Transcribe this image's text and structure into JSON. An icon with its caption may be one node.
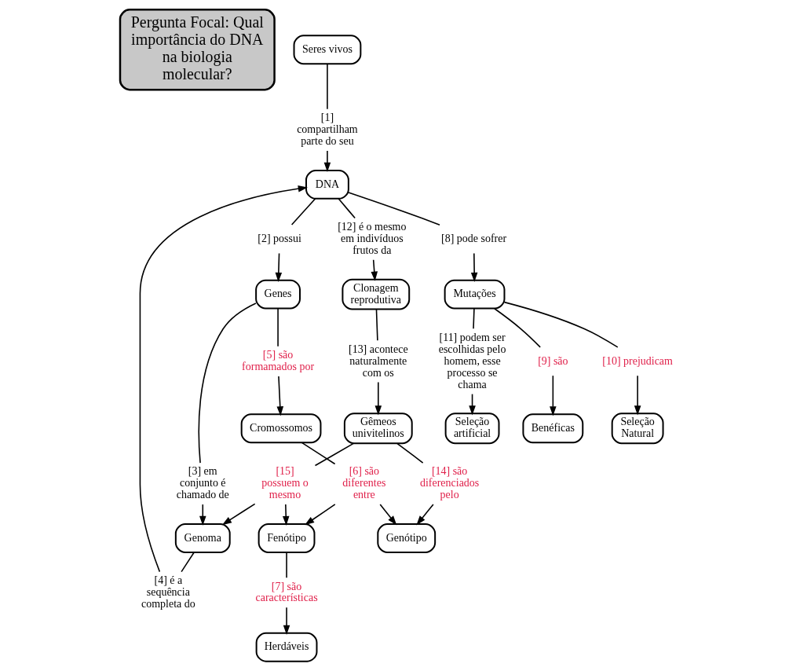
{
  "diagram": {
    "nodes": [
      {
        "text": [
          "Pergunta Focal: Qual importância do DNA na biologia molecular?"
        ]
      },
      {
        "text": [
          "Seres vivos"
        ]
      },
      {
        "text": [
          "[1] compartilham parte do seu"
        ]
      },
      {
        "text": [
          "DNA"
        ]
      },
      {
        "text": [
          "[4] é a sequência completa do"
        ]
      },
      {
        "text": [
          "[2] possui"
        ]
      },
      {
        "text": [
          "[8] pode sofrer"
        ]
      },
      {
        "text": [
          "[12] é o mesmo em indivíduos frutos da"
        ]
      },
      {
        "text": [
          "Genes"
        ]
      },
      {
        "text": [
          "[3] em conjunto é chamado de"
        ]
      },
      {
        "text": [
          "Mutações"
        ]
      },
      {
        "text": [
          "[11] podem ser escolhidas pelo homem, esse processo se chama"
        ]
      },
      {
        "text": [
          "Clonagem reprodutiva"
        ]
      },
      {
        "text": [
          "[5] são formamados por"
        ]
      },
      {
        "text": [
          "[9] são"
        ]
      },
      {
        "text": [
          "[10] prejudicam"
        ]
      },
      {
        "text": [
          "[13] acontece naturalmente com os"
        ]
      },
      {
        "text": [
          "Cromossomos"
        ]
      },
      {
        "text": [
          "Benéficas"
        ]
      },
      {
        "text": [
          "Seleção Natural"
        ]
      },
      {
        "text": [
          "Seleção artificial"
        ]
      },
      {
        "text": [
          "[6] são diferentes entre"
        ]
      },
      {
        "text": [
          "Genoma"
        ]
      },
      {
        "text": [
          "Genótipo"
        ]
      },
      {
        "text": [
          "[14] são diferenciados pelo"
        ]
      },
      {
        "text": [
          "Gêmeos univitelinos"
        ]
      },
      {
        "text": [
          "Fenótipo"
        ]
      },
      {
        "text": [
          "[7] são características"
        ]
      },
      {
        "text": [
          "Herdáveis"
        ]
      },
      {
        "text": [
          "[15] possuem o mesmo"
        ]
      }
    ],
    "edges": [
      {
        "from": 1,
        "to": 2,
        "arrow": "none"
      },
      {
        "from": 2,
        "to": 3,
        "arrow": "to"
      },
      {
        "from": 3,
        "to": 5,
        "arrow": "none"
      },
      {
        "from": 5,
        "to": 8,
        "arrow": "to"
      },
      {
        "from": 3,
        "to": 6,
        "arrow": "none"
      },
      {
        "from": 6,
        "to": 10,
        "arrow": "to"
      },
      {
        "from": 3,
        "to": 7,
        "arrow": "none"
      },
      {
        "from": 7,
        "to": 12,
        "arrow": "to"
      },
      {
        "from": 4,
        "to": 3,
        "arrow": "to"
      },
      {
        "from": 22,
        "to": 4,
        "arrow": "none"
      },
      {
        "from": 8,
        "to": 9,
        "arrow": "none"
      },
      {
        "from": 9,
        "to": 22,
        "arrow": "to"
      },
      {
        "from": 8,
        "to": 13,
        "arrow": "none"
      },
      {
        "from": 13,
        "to": 17,
        "arrow": "to"
      },
      {
        "from": 10,
        "to": 14,
        "arrow": "none"
      },
      {
        "from": 14,
        "to": 18,
        "arrow": "to"
      },
      {
        "from": 10,
        "to": 15,
        "arrow": "none"
      },
      {
        "from": 15,
        "to": 19,
        "arrow": "to"
      },
      {
        "from": 10,
        "to": 11,
        "arrow": "none"
      },
      {
        "from": 11,
        "to": 20,
        "arrow": "to"
      },
      {
        "from": 12,
        "to": 16,
        "arrow": "none"
      },
      {
        "from": 16,
        "to": 25,
        "arrow": "to"
      },
      {
        "from": 17,
        "to": 21,
        "arrow": "none"
      },
      {
        "from": 21,
        "to": 23,
        "arrow": "to"
      },
      {
        "from": 21,
        "to": 26,
        "arrow": "to"
      },
      {
        "from": 25,
        "to": 24,
        "arrow": "none"
      },
      {
        "from": 24,
        "to": 23,
        "arrow": "to"
      },
      {
        "from": 26,
        "to": 27,
        "arrow": "none"
      },
      {
        "from": 27,
        "to": 28,
        "arrow": "to"
      },
      {
        "from": 25,
        "to": 29,
        "arrow": "none"
      },
      {
        "from": 29,
        "to": 22,
        "arrow": "to"
      },
      {
        "from": 29,
        "to": 26,
        "arrow": "to"
      }
    ]
  }
}
